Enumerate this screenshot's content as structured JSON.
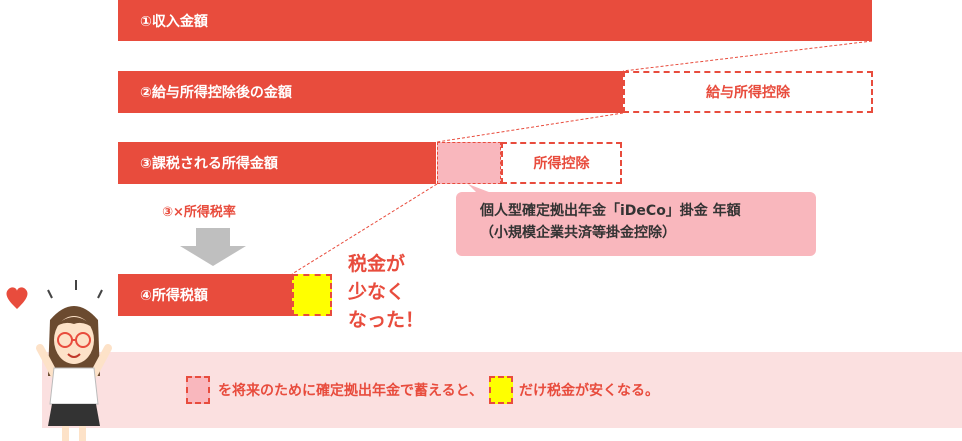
{
  "bars": {
    "income": "①収入金額",
    "after_deduction": "②給与所得控除後の金額",
    "taxable": "③課税される所得金額",
    "tax": "④所得税額"
  },
  "boxes": {
    "salary_deduction": "給与所得控除",
    "income_deduction": "所得控除"
  },
  "multiply_label": "③×所得税率",
  "callout": {
    "line1": "個人型確定拠出年金「iDeCo」掛金 年額",
    "line2": "（小規模企業共済等掛金控除）"
  },
  "less_tax": [
    "税金が",
    "少なく",
    "なった！"
  ],
  "bottom": {
    "part1": "を将来のために確定拠出年金で蓄えると、",
    "part2": "だけ税金が安くなる。"
  },
  "colors": {
    "primary": "#e84c3d",
    "pink": "#f9b7bd",
    "yellow": "#ffff00",
    "band": "#fbe0e0"
  }
}
